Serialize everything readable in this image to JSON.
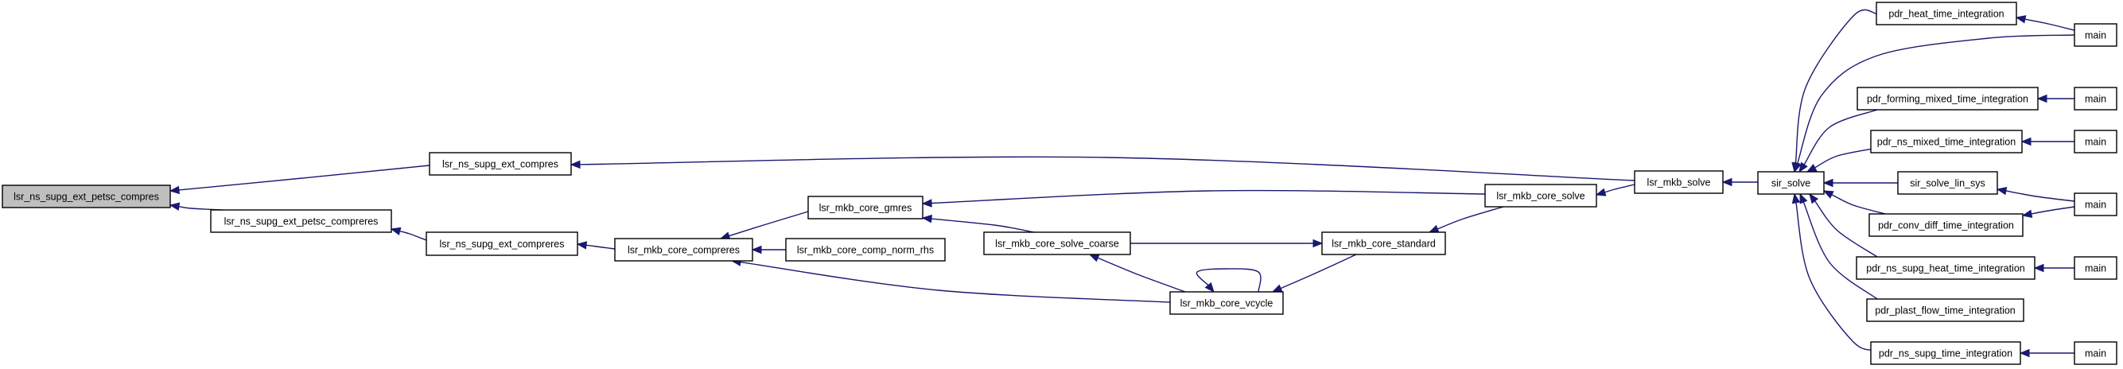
{
  "graph": {
    "nodes": [
      {
        "id": "lsr_ns_supg_ext_petsc_compres",
        "label": "lsr_ns_supg_ext_petsc_compres",
        "root": true
      },
      {
        "id": "lsr_ns_supg_ext_compres",
        "label": "lsr_ns_supg_ext_compres"
      },
      {
        "id": "lsr_ns_supg_ext_petsc_compreres",
        "label": "lsr_ns_supg_ext_petsc_compreres"
      },
      {
        "id": "lsr_ns_supg_ext_compreres",
        "label": "lsr_ns_supg_ext_compreres"
      },
      {
        "id": "lsr_mkb_core_compreres",
        "label": "lsr_mkb_core_compreres"
      },
      {
        "id": "lsr_mkb_core_gmres",
        "label": "lsr_mkb_core_gmres"
      },
      {
        "id": "lsr_mkb_core_comp_norm_rhs",
        "label": "lsr_mkb_core_comp_norm_rhs"
      },
      {
        "id": "lsr_mkb_core_solve_coarse",
        "label": "lsr_mkb_core_solve_coarse"
      },
      {
        "id": "lsr_mkb_core_vcycle",
        "label": "lsr_mkb_core_vcycle"
      },
      {
        "id": "lsr_mkb_core_standard",
        "label": "lsr_mkb_core_standard"
      },
      {
        "id": "lsr_mkb_core_solve",
        "label": "lsr_mkb_core_solve"
      },
      {
        "id": "lsr_mkb_solve",
        "label": "lsr_mkb_solve"
      },
      {
        "id": "sir_solve",
        "label": "sir_solve"
      },
      {
        "id": "pdr_heat_time_integration",
        "label": "pdr_heat_time_integration"
      },
      {
        "id": "pdr_forming_mixed_time_integration",
        "label": "pdr_forming_mixed_time_integration"
      },
      {
        "id": "pdr_ns_mixed_time_integration",
        "label": "pdr_ns_mixed_time_integration"
      },
      {
        "id": "sir_solve_lin_sys",
        "label": "sir_solve_lin_sys"
      },
      {
        "id": "pdr_conv_diff_time_integration",
        "label": "pdr_conv_diff_time_integration"
      },
      {
        "id": "pdr_ns_supg_heat_time_integration",
        "label": "pdr_ns_supg_heat_time_integration"
      },
      {
        "id": "pdr_plast_flow_time_integration",
        "label": "pdr_plast_flow_time_integration"
      },
      {
        "id": "pdr_ns_supg_time_integration",
        "label": "pdr_ns_supg_time_integration"
      },
      {
        "id": "main_1",
        "label": "main"
      },
      {
        "id": "main_2",
        "label": "main"
      },
      {
        "id": "main_3",
        "label": "main"
      },
      {
        "id": "main_4",
        "label": "main"
      },
      {
        "id": "main_5",
        "label": "main"
      },
      {
        "id": "main_6",
        "label": "main"
      }
    ],
    "edges": [
      {
        "from": "lsr_ns_supg_ext_compres",
        "to": "lsr_ns_supg_ext_petsc_compres"
      },
      {
        "from": "lsr_ns_supg_ext_petsc_compreres",
        "to": "lsr_ns_supg_ext_petsc_compres"
      },
      {
        "from": "lsr_mkb_solve",
        "to": "lsr_ns_supg_ext_compres"
      },
      {
        "from": "lsr_ns_supg_ext_compreres",
        "to": "lsr_ns_supg_ext_petsc_compreres"
      },
      {
        "from": "lsr_mkb_core_compreres",
        "to": "lsr_ns_supg_ext_compreres"
      },
      {
        "from": "lsr_mkb_core_gmres",
        "to": "lsr_mkb_core_compreres"
      },
      {
        "from": "lsr_mkb_core_comp_norm_rhs",
        "to": "lsr_mkb_core_compreres"
      },
      {
        "from": "lsr_mkb_core_vcycle",
        "to": "lsr_mkb_core_compreres"
      },
      {
        "from": "lsr_mkb_core_solve_coarse",
        "to": "lsr_mkb_core_gmres"
      },
      {
        "from": "lsr_mkb_core_solve",
        "to": "lsr_mkb_core_gmres"
      },
      {
        "from": "lsr_mkb_core_vcycle",
        "to": "lsr_mkb_core_solve_coarse"
      },
      {
        "from": "lsr_mkb_core_vcycle",
        "to": "lsr_mkb_core_vcycle"
      },
      {
        "from": "lsr_mkb_core_standard",
        "to": "lsr_mkb_core_vcycle"
      },
      {
        "from": "lsr_mkb_core_solve_coarse",
        "to": "lsr_mkb_core_standard"
      },
      {
        "from": "lsr_mkb_core_solve",
        "to": "lsr_mkb_core_standard"
      },
      {
        "from": "lsr_mkb_solve",
        "to": "lsr_mkb_core_solve"
      },
      {
        "from": "sir_solve",
        "to": "lsr_mkb_solve"
      },
      {
        "from": "pdr_heat_time_integration",
        "to": "sir_solve"
      },
      {
        "from": "main_1",
        "to": "sir_solve"
      },
      {
        "from": "pdr_forming_mixed_time_integration",
        "to": "sir_solve"
      },
      {
        "from": "pdr_ns_mixed_time_integration",
        "to": "sir_solve"
      },
      {
        "from": "sir_solve_lin_sys",
        "to": "sir_solve"
      },
      {
        "from": "pdr_conv_diff_time_integration",
        "to": "sir_solve"
      },
      {
        "from": "pdr_ns_supg_heat_time_integration",
        "to": "sir_solve"
      },
      {
        "from": "pdr_plast_flow_time_integration",
        "to": "sir_solve"
      },
      {
        "from": "pdr_ns_supg_time_integration",
        "to": "sir_solve"
      },
      {
        "from": "main_1",
        "to": "pdr_heat_time_integration"
      },
      {
        "from": "main_2",
        "to": "pdr_forming_mixed_time_integration"
      },
      {
        "from": "main_3",
        "to": "pdr_ns_mixed_time_integration"
      },
      {
        "from": "main_4",
        "to": "sir_solve_lin_sys"
      },
      {
        "from": "main_4",
        "to": "pdr_conv_diff_time_integration"
      },
      {
        "from": "main_5",
        "to": "pdr_ns_supg_heat_time_integration"
      },
      {
        "from": "main_6",
        "to": "pdr_ns_supg_time_integration"
      }
    ]
  },
  "colors": {
    "edge": "#191970",
    "node_border": "#000000",
    "root_fill": "#bfbfbf",
    "node_fill": "#ffffff"
  }
}
